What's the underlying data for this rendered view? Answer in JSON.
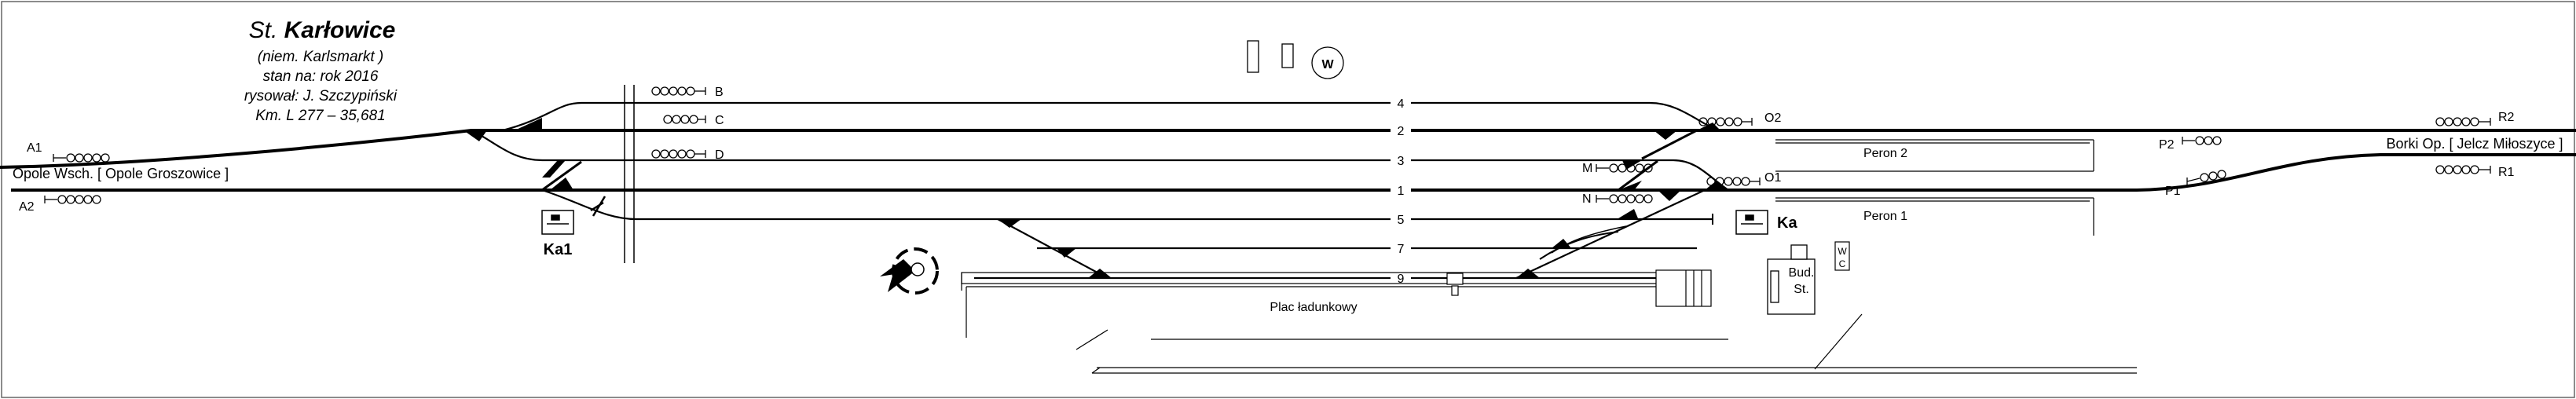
{
  "header": {
    "title_prefix": "St.",
    "title_name": "Karłowice",
    "lines": [
      "(niem. Karlsmarkt )",
      "stan na: rok 2016",
      "rysował: J. Szczypiński",
      "Km. L 277 – 35,681"
    ]
  },
  "directions": {
    "left": "Opole Wsch. [ Opole Groszowice ]",
    "right": "Borki Op. [ Jelcz Miłoszyce ]"
  },
  "tracks": [
    {
      "id": "track-4",
      "label": "4"
    },
    {
      "id": "track-2",
      "label": "2"
    },
    {
      "id": "track-3",
      "label": "3"
    },
    {
      "id": "track-1",
      "label": "1"
    },
    {
      "id": "track-5",
      "label": "5"
    },
    {
      "id": "track-7",
      "label": "7"
    },
    {
      "id": "track-9",
      "label": "9"
    }
  ],
  "signals": {
    "A1": "A1",
    "A2": "A2",
    "B": "B",
    "C": "C",
    "D": "D",
    "M": "M",
    "N": "N",
    "O1": "O1",
    "O2": "O2",
    "P1": "P1",
    "P2": "P2",
    "R1": "R1",
    "R2": "R2",
    "W": "W"
  },
  "buildings": {
    "ka1": "Ka1",
    "ka": "Ka",
    "bud_line1": "Bud.",
    "bud_line2": "St.",
    "wc_w": "W",
    "wc_c": "C"
  },
  "platforms": {
    "peron2": "Peron 2",
    "peron1": "Peron 1",
    "loading": "Plac ładunkowy"
  }
}
